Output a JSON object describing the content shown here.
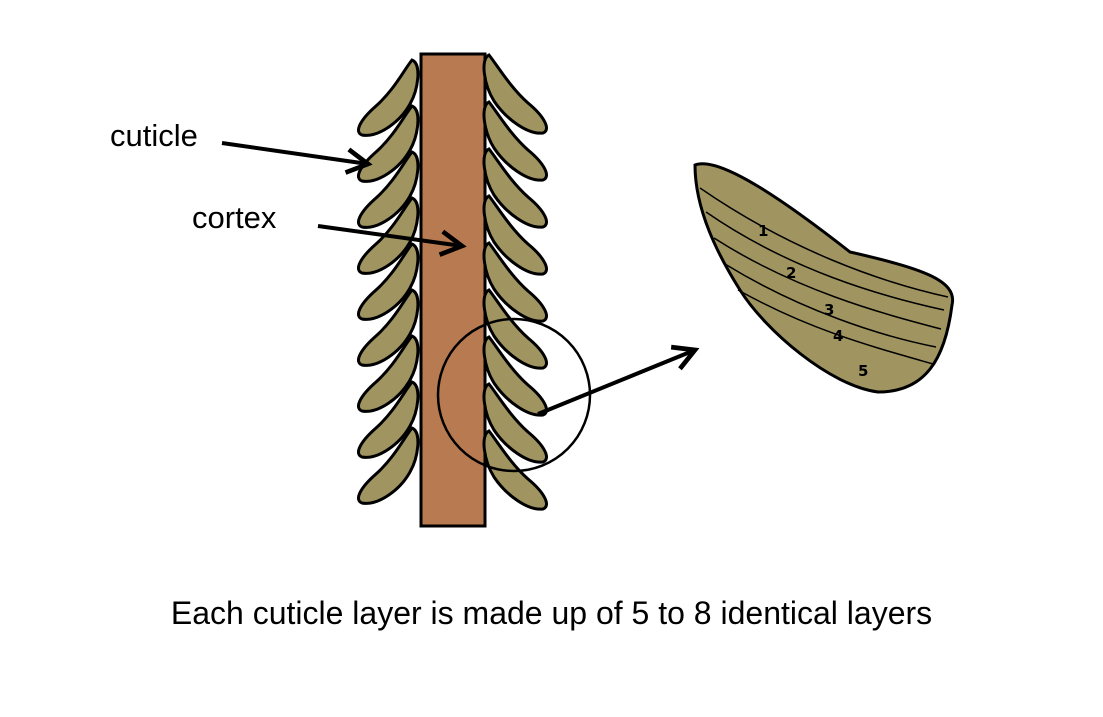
{
  "labels": {
    "cuticle": "cuticle",
    "cortex": "cortex"
  },
  "caption": "Each cuticle layer is made up of 5 to 8 identical layers",
  "layer_numbers": [
    "5",
    "4",
    "3",
    "2",
    "1"
  ],
  "colors": {
    "cortex": "#b87a50",
    "scale": "#a09560",
    "outline": "#000000"
  }
}
